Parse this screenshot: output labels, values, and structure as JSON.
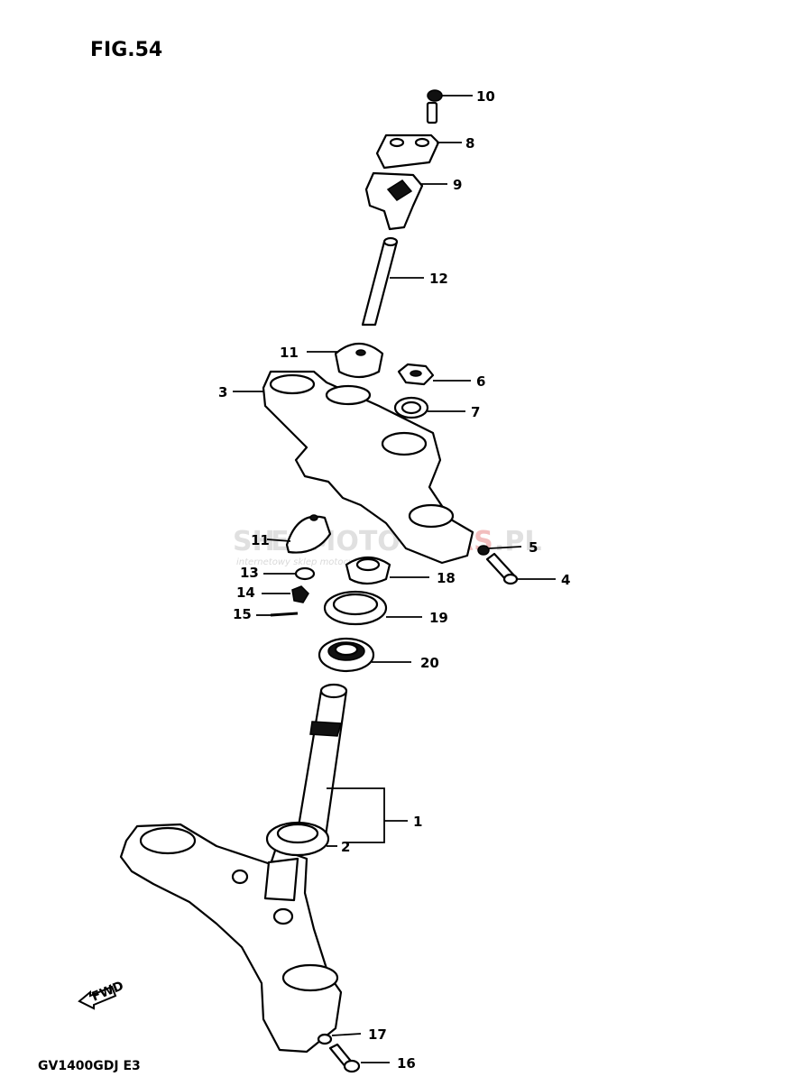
{
  "figure_title": "FIG.54",
  "model_code": "GV1400GDJ E3",
  "watermark": {
    "main_grey_1": "SH",
    "main_grey_2": "EPMOTO",
    "main_red": "RS",
    "main_grey_3": ".PL",
    "subtitle": "internetowy sklep motocyklowy"
  },
  "direction_marker": "FWD",
  "callouts": {
    "c1": "1",
    "c2": "2",
    "c3": "3",
    "c4": "4",
    "c5": "5",
    "c6": "6",
    "c7": "7",
    "c8": "8",
    "c9": "9",
    "c10": "10",
    "c11a": "11",
    "c11b": "11",
    "c12": "12",
    "c13": "13",
    "c14": "14",
    "c15": "15",
    "c16": "16",
    "c17": "17",
    "c18": "18",
    "c19": "19",
    "c20": "20"
  }
}
